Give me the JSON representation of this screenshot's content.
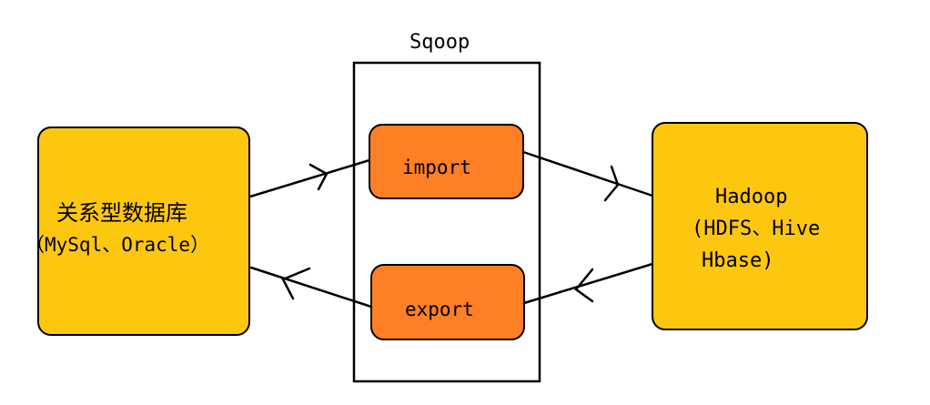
{
  "sqoop": {
    "title": "Sqoop",
    "import_label": "import",
    "export_label": "export"
  },
  "rdbms": {
    "line1": "关系型数据库",
    "line2": "（MySql、Oracle）"
  },
  "hadoop": {
    "line1": "Hadoop",
    "line2": "(HDFS、Hive",
    "line3": "Hbase)"
  },
  "colors": {
    "store_fill": "#FDC70F",
    "action_fill": "#FF7F24",
    "stroke": "#000000",
    "background": "#FFFFFF"
  }
}
